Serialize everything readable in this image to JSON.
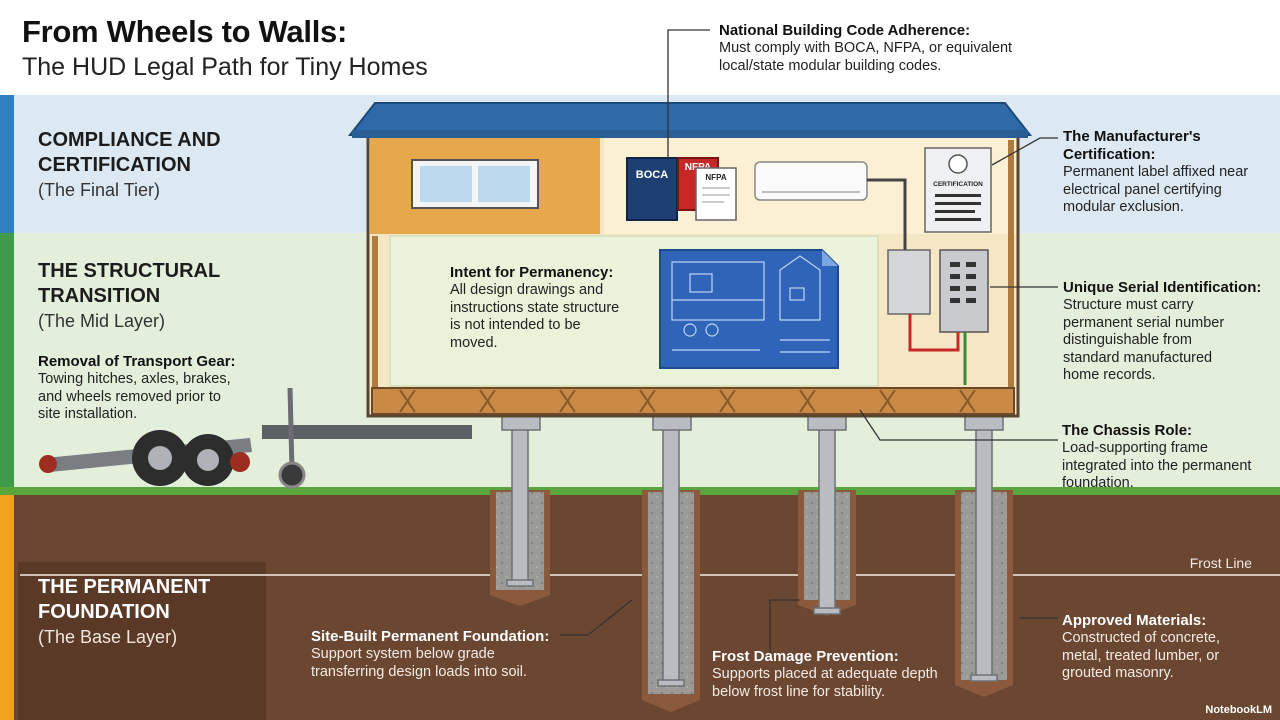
{
  "header": {
    "title": "From Wheels to Walls:",
    "subtitle": "The HUD Legal Path for Tiny Homes"
  },
  "sections": {
    "compliance": {
      "title_line1": "COMPLIANCE AND",
      "title_line2": "CERTIFICATION",
      "subtitle": "(The Final Tier)"
    },
    "structural": {
      "title_line1": "THE STRUCTURAL",
      "title_line2": "TRANSITION",
      "subtitle": "(The Mid Layer)"
    },
    "foundation": {
      "title_line1": "THE PERMANENT",
      "title_line2": "FOUNDATION",
      "subtitle": "(The Base Layer)"
    }
  },
  "annotations": {
    "code": {
      "title": "National Building Code Adherence:",
      "body1": "Must comply with BOCA, NFPA, or equivalent",
      "body2": "local/state modular building codes."
    },
    "manufacturer": {
      "title1": "The Manufacturer's",
      "title2": "Certification:",
      "body1": "Permanent label affixed near",
      "body2": "electrical panel certifying",
      "body3": "modular exclusion."
    },
    "serial": {
      "title": "Unique Serial Identification:",
      "body1": "Structure must carry",
      "body2": "permanent serial number",
      "body3": "distinguishable from",
      "body4": "standard manufactured",
      "body5": "home records."
    },
    "intent": {
      "title": "Intent for Permanency:",
      "body1": "All design drawings and",
      "body2": "instructions state structure",
      "body3": "is not intended to be",
      "body4": "moved."
    },
    "transport": {
      "title": "Removal of Transport Gear:",
      "body1": "Towing hitches, axles, brakes,",
      "body2": "and wheels removed prior to",
      "body3": "site installation."
    },
    "chassis": {
      "title": "The Chassis Role:",
      "body1": "Load-supporting frame",
      "body2": "integrated into the permanent",
      "body3": "foundation."
    },
    "sitebuilt": {
      "title": "Site-Built Permanent Foundation:",
      "body1": "Support system below grade",
      "body2": "transferring design loads into soil."
    },
    "frost": {
      "title": "Frost Damage Prevention:",
      "body1": "Supports placed at adequate depth",
      "body2": "below frost line for stability."
    },
    "materials": {
      "title": "Approved Materials:",
      "body1": "Constructed of concrete,",
      "body2": "metal, treated lumber, or",
      "body3": "grouted masonry."
    }
  },
  "illustration": {
    "book1_label": "BOCA",
    "book2_label": "NFPA",
    "doc_label": "NFPA",
    "cert_label": "CERTIFICATION",
    "frost_line_label": "Frost Line"
  },
  "brand": "NotebookLM",
  "colors": {
    "compliance": "#2f7fc1",
    "structural": "#3f9a4a",
    "foundation": "#f0a320",
    "soil": "#6b4630"
  }
}
